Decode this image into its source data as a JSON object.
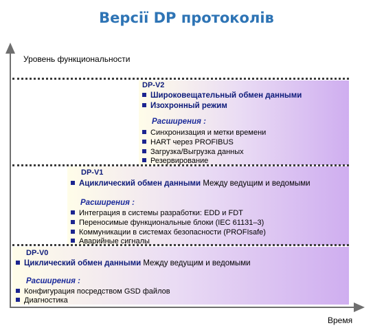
{
  "title": "Версії DP протоколів",
  "axes": {
    "y_label": "Уровень функциональности",
    "x_label": "Время"
  },
  "levels": [
    {
      "name": "DP-V2",
      "main": [
        {
          "strong": "Широковещательный обмен данными",
          "rest": ""
        },
        {
          "strong": "Изохронный режим",
          "rest": ""
        }
      ],
      "ext_title": "Расширения :",
      "ext_items": [
        "Синхронизация и метки времени",
        "HART через PROFIBUS",
        "Загрузка/Выгрузка данных",
        "Резервирование"
      ]
    },
    {
      "name": "DP-V1",
      "main": [
        {
          "strong": "Ациклический обмен данными",
          "rest": " Между ведущим и ведомыми"
        }
      ],
      "ext_title": "Расширения :",
      "ext_items": [
        "Интеграция в системы разработки: EDD и FDT",
        "Переносимые функциональные блоки (IEC 61131–3)",
        "Коммуникации в системах безопасности (PROFIsafe)",
        "Аварийные сигналы"
      ]
    },
    {
      "name": "DP-V0",
      "main": [
        {
          "strong": "Циклический обмен данными",
          "rest": " Между ведущим и ведомыми"
        }
      ],
      "ext_title": "Расширения :",
      "ext_items": [
        "Конфигурация посредством GSD файлов",
        "Диагностика"
      ]
    }
  ],
  "colors": {
    "title": "#2e74b5",
    "bullet": "#1c2590",
    "heading": "#0d1b7a",
    "band_light": "#fffde9",
    "band_dark": "#cfaef0"
  }
}
